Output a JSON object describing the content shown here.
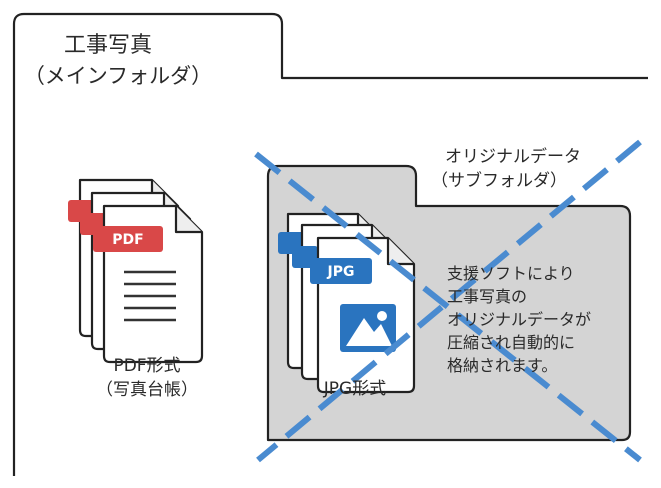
{
  "main_folder": {
    "title": "工事写真",
    "subtitle": "（メインフォルダ）"
  },
  "sub_folder": {
    "title": "オリジナルデータ",
    "subtitle": "（サブフォルダ）"
  },
  "pdf_files": {
    "badge": "PDF",
    "caption_line1": "PDF形式",
    "caption_line2": "（写真台帳）"
  },
  "jpg_files": {
    "badge": "JPG",
    "caption": "JPG形式"
  },
  "note": {
    "lines": [
      "支援ソフトにより",
      "工事写真の",
      "オリジナルデータが",
      "圧縮され自動的に",
      "格納されます。"
    ]
  },
  "colors": {
    "outline": "#222222",
    "subfolder_fill": "#d4d4d4",
    "pdf_badge": "#d94848",
    "jpg_badge": "#2a74bf",
    "cross": "#4a8bd0"
  },
  "icons": {
    "pdf": "pdf-file-stack-icon",
    "jpg": "jpg-file-stack-icon",
    "cross": "cross-out-mark"
  }
}
